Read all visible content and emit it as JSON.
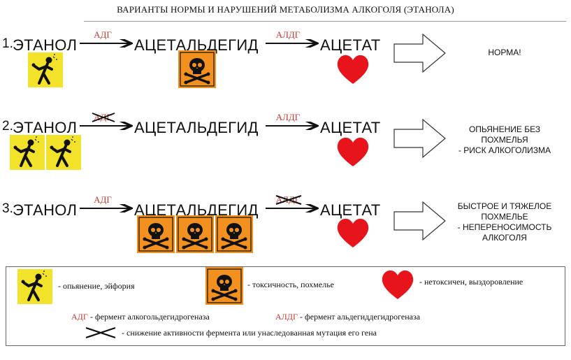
{
  "title": "ВАРИАНТЫ НОРМЫ И НАРУШЕНИЙ МЕТАБОЛИЗМА АЛКОГОЛЯ (ЭТАНОЛА)",
  "rows": [
    {
      "number": "1.",
      "substance1": "ЭТАНОЛ",
      "enzyme1": "АДГ",
      "substance2": "АЦЕТАЛЬДЕГИД",
      "enzyme2": "АЛДГ",
      "substance3": "АЦЕТАТ",
      "outcome": [
        "НОРМА!"
      ]
    },
    {
      "number": "2.",
      "substance1": "ЭТАНОЛ",
      "enzyme1": "АДГ",
      "substance2": "АЦЕТАЛЬДЕГИД",
      "enzyme2": "АЛДГ",
      "substance3": "АЦЕТАТ",
      "outcome": [
        "ОПЬЯНЕНИЕ БЕЗ",
        "ПОХМЕЛЬЯ",
        "- РИСК АЛКОГОЛИЗМА"
      ]
    },
    {
      "number": "3.",
      "substance1": "ЭТАНОЛ",
      "enzyme1": "АДГ",
      "substance2": "АЦЕТАЛЬДЕГИД",
      "enzyme2": "АЛДГ",
      "substance3": "АЦЕТАТ",
      "outcome": [
        "БЫСТРОЕ И ТЯЖЕЛОЕ",
        "ПОХМЕЛЬЕ",
        "- НЕПЕРЕНОСИМОСТЬ",
        "АЛКОГОЛЯ"
      ]
    }
  ],
  "legend": {
    "euphoria": "- опьянение, эйфория",
    "toxicity": "- токсичность, похмелье",
    "nontoxic": "- нетоксичен, выздоровление",
    "adh_abbr": "АДГ",
    "adh_text": "- фермент алкогольдегидрогеназа",
    "aldh_abbr": "АЛДГ",
    "aldh_text": "- фермент альдегиддегидрогеназа",
    "cross_text": "- снижение активности фермента или унаследованная мутация его гена"
  },
  "colors": {
    "enzyme": "#c0392b",
    "heart": "#e8141c",
    "warning_yellow": "#f2e229",
    "hazard_orange": "#f29020"
  },
  "icons": {
    "drunk_person": "drunk-person-icon",
    "skull": "skull-crossbones-icon",
    "heart": "heart-icon",
    "arrow": "outline-arrow-icon",
    "cross": "cross-mark-icon"
  }
}
